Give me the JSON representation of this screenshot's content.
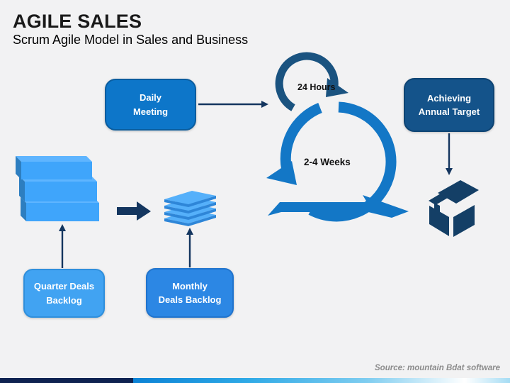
{
  "slide": {
    "title": "AGILE SALES",
    "subtitle": "Scrum Agile Model in Sales and Business",
    "source_credit": "Source: mountain Bdat software"
  },
  "diagram": {
    "nodes": [
      {
        "id": "daily-meeting",
        "lines": [
          "Daily",
          "Meeting"
        ]
      },
      {
        "id": "achieving-annual-target",
        "lines": [
          "Achieving",
          "Annual Target"
        ]
      },
      {
        "id": "quarter-deals-backlog",
        "lines": [
          "Quarter Deals",
          "Backlog"
        ]
      },
      {
        "id": "monthly-deals-backlog",
        "lines": [
          "Monthly",
          "Deals Backlog"
        ]
      }
    ],
    "cycle_labels": {
      "daily_cycle": "24 Hours",
      "sprint_cycle": "2-4 Weeks"
    },
    "icons": [
      "stacked-blocks-icon",
      "paper-stack-icon",
      "transform-arrow",
      "scrum-loop",
      "package-box-icon"
    ]
  },
  "colors": {
    "background": "#f2f2f3",
    "title-text": "#1a1a1a",
    "box-daily": "#0d76c9",
    "box-daily-border": "#0a5d9f",
    "box-target": "#14538a",
    "box-target-border": "#0e4473",
    "box-quarter": "#41a3f2",
    "box-quarter-border": "#2f8fdc",
    "box-monthly": "#2c87e4",
    "box-monthly-border": "#2174cd",
    "loop-large": "#1377c6",
    "loop-small": "#1a5380",
    "connector": "#14365f",
    "block-front": "#3fa5fb",
    "block-side": "#2d7ec0",
    "block-top": "#5fb5ff",
    "sheet-top": "#55b0fa",
    "sheet-edge": "#2e86d8",
    "cube": "#143f66",
    "bar-navy": "#0e2250",
    "bar-grad-1": "#0b82d5",
    "bar-grad-2": "#2ea9e6",
    "bar-grad-3": "#7fcdf0",
    "bar-grad-4": "#ffffff",
    "bar-grad-5": "#a5dcf4",
    "source-text": "#8c8c8c"
  }
}
